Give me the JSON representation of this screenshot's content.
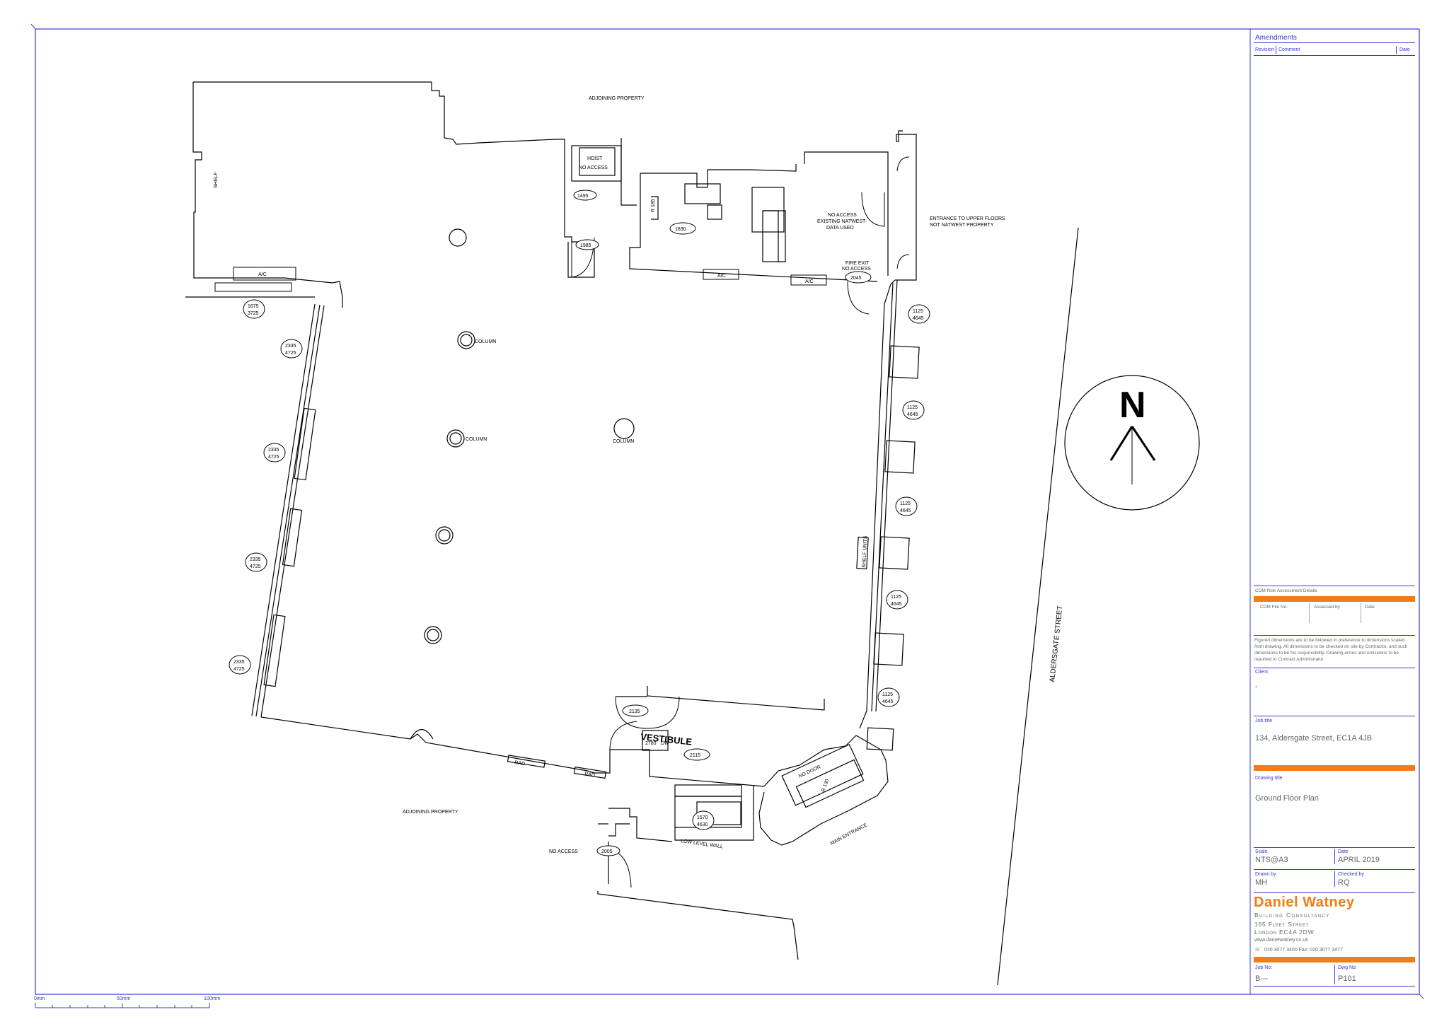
{
  "plan": {
    "adjoining_top": "ADJOINING PROPERTY",
    "adjoining_bottom": "ADJOINING PROPERTY",
    "hoist_1": "HOIST",
    "hoist_2": "NO ACCESS",
    "no_access_1": "NO ACCESS",
    "no_access_2": "EXISTING NATWEST",
    "no_access_3": "DATA USED",
    "entrance_1": "ENTRANCE TO UPPER FLOORS",
    "entrance_2": "NOT NATWEST PROPERTY",
    "fire_exit_1": "FIRE EXIT",
    "fire_exit_2": "NO ACCESS",
    "fire_exit_dim": "2045",
    "dim_1495": "1495",
    "dim_1985": "1985",
    "dim_1830": "1830",
    "dim_r185": "R 185",
    "ac_1": "A/C",
    "ac_2": "A/C",
    "ac_3": "A/C",
    "shelf": "SHELF",
    "column_1": "COLUMN",
    "column_2": "COLUMN",
    "column_3": "COLUMN",
    "win_left_1a": "1675",
    "win_left_1b": "3725",
    "win_left_2a": "2335",
    "win_left_2b": "4725",
    "win_left_3a": "2335",
    "win_left_3b": "4725",
    "win_left_4a": "2335",
    "win_left_4b": "4725",
    "win_left_5a": "2335",
    "win_left_5b": "4725",
    "win_right_1a": "1125",
    "win_right_1b": "4645",
    "win_right_2a": "1125",
    "win_right_2b": "4645",
    "win_right_3a": "1125",
    "win_right_3b": "4645",
    "win_right_4a": "1125",
    "win_right_4b": "4645",
    "win_right_5a": "1125",
    "win_right_5b": "4645",
    "shelf_units": "SHELF UNITS",
    "vestibule": "VESTIBULE",
    "dim_2135": "2135",
    "dim_2780": "2780",
    "dim_2115": "2115",
    "dw": "DW",
    "rad_1": "RAD",
    "rad_2": "RAD",
    "no_door": "NO DOOR",
    "r_130": "R 130",
    "main_entrance": "MAIN ENTRANCE",
    "dim_1570": "1570",
    "dim_4630": "4630",
    "low_level_wall": "LOW LEVEL WALL",
    "no_access_bottom": "NO ACCESS",
    "dim_2005": "2005",
    "street": "ALDERSGATE STREET",
    "north": "N"
  },
  "scale_bar": {
    "label_0": "0mm",
    "label_50": "50mm",
    "label_100": "100mm"
  },
  "title_block": {
    "amendments": "Amendments",
    "revision": "Revision",
    "comment": "Comment",
    "date_col": "Date",
    "cdm_title": "CDM Risk Assessment Details",
    "cdm_file": "CDM File No.",
    "assessed_by": "Assessed by",
    "cdm_date": "Date",
    "note": "Figured dimensions are to be followed in preference to dimensions scaled from drawing. All dimensions to be checked on site by Contractor, and such dimensions to be his responsibility. Drawing errors and omissions to be reported to Contract Administrator.",
    "client_label": "Client",
    "client_value": "-",
    "job_title_label": "Job title",
    "job_title_value": "134, Aldersgate Street, EC1A 4JB",
    "drawing_title_label": "Drawing title",
    "drawing_title_value": "Ground  Floor Plan",
    "scale_label": "Scale",
    "scale_value": "NTS@A3",
    "date_label": "Date",
    "date_value": "APRIL 2019",
    "drawn_label": "Drawn by",
    "drawn_value": "MH",
    "checked_label": "Checked by",
    "checked_value": "RQ",
    "logo": "Daniel Watney",
    "logo_sub": "Building Consultancy",
    "addr_1": "165 Fleet Street",
    "addr_2": "London EC4A 2DW",
    "web": "www.danielwatney.co.uk",
    "phone": "020 3077 3400   Fax: 020 3077 3477",
    "job_no_label": "Job No:",
    "job_no_value": "B---",
    "dwg_no_label": "Dwg No:",
    "dwg_no_value": "P101"
  },
  "colors": {
    "frame": "#3a3ad0",
    "accent": "#f07c1a",
    "ink": "#000000"
  }
}
